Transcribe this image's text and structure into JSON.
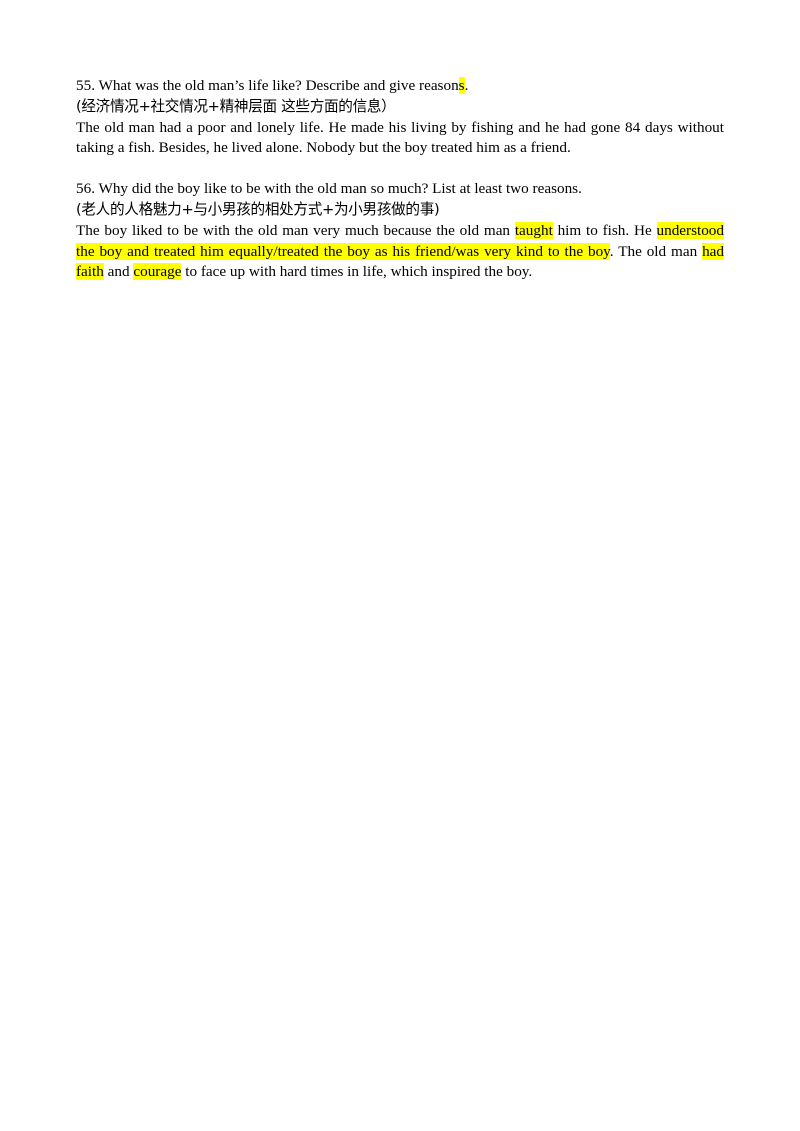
{
  "q55": {
    "question_main": "55. What was the old man’s life like? Describe and give reason",
    "question_highlight": "s",
    "question_end": ".",
    "hint": "(经济情况+社交情况+精神层面  这些方面的信息）",
    "answer": "The old man had a poor and lonely life. He made his living by fishing and he had gone 84 days without taking a fish. Besides, he lived alone. Nobody but the boy treated him as a friend."
  },
  "q56": {
    "question": "56. Why did the boy like to be with the old man so much? List at least two reasons.",
    "hint": "(老人的人格魅力+与小男孩的相处方式+为小男孩做的事)",
    "answer_parts": {
      "p1": "The boy liked to be with the old man very much because the old man ",
      "h1": "taught",
      "p2": " him to fish. He ",
      "h2": "understood the boy and treated him equally/treated the boy as his friend/was very kind to the boy",
      "p3": ". The old man ",
      "h3": "had faith",
      "p4": " and ",
      "h4": "courage",
      "p5": " to face up with hard times in life, which inspired the boy."
    }
  },
  "colors": {
    "highlight": "#ffff00",
    "text": "#000000",
    "background": "#ffffff"
  }
}
